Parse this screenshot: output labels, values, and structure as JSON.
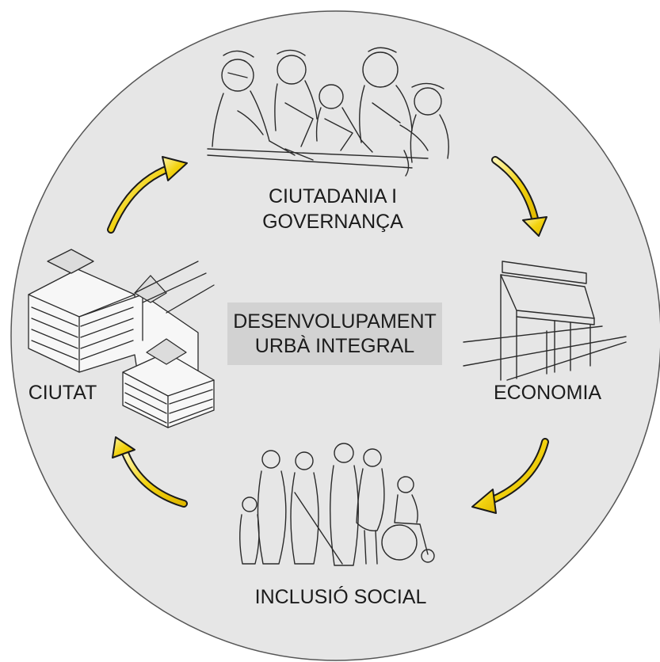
{
  "diagram": {
    "center": {
      "line1": "DESENVOLUPAMENT",
      "line2": "URBÀ INTEGRAL"
    },
    "nodes": {
      "top": {
        "line1": "CIUTADANIA I",
        "line2": "GOVERNANÇA"
      },
      "right": {
        "label": "ECONOMIA"
      },
      "bottom": {
        "label": "INCLUSIÓ SOCIAL"
      },
      "left": {
        "label": "CIUTAT"
      }
    }
  },
  "colors": {
    "circle_fill": "#e6e6e6",
    "circle_stroke": "#555555",
    "center_box": "#d2d2d2",
    "arrow_fill": "#f2d20f",
    "arrow_stroke": "#1a1a1a",
    "sketch_stroke": "#2a2a2a",
    "text": "#1c1c1c"
  },
  "icons": {
    "top": "people-working-sketch-icon",
    "right": "storefront-sketch-icon",
    "bottom": "people-silhouettes-icon",
    "left": "building-sketch-icon"
  }
}
